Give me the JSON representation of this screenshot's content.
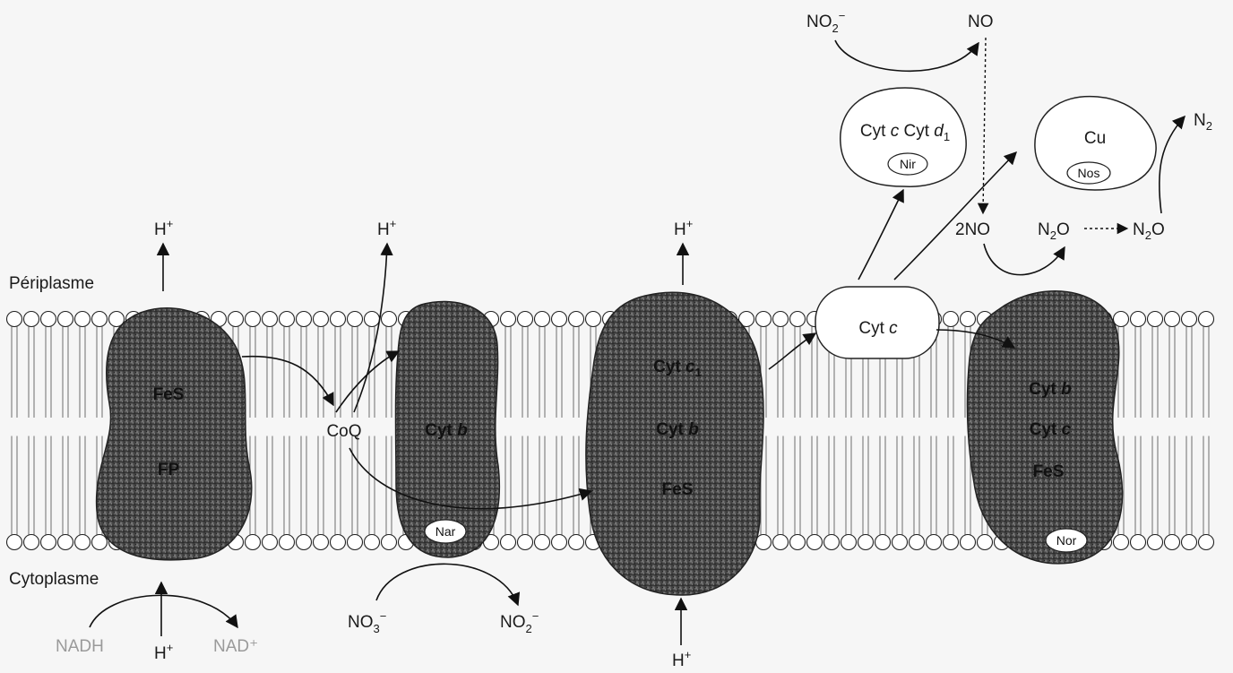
{
  "compartments": {
    "periplasm": "Périplasme",
    "cytoplasm": "Cytoplasme"
  },
  "complex_I": {
    "top": "FeS",
    "bottom": "FP"
  },
  "quinone": "CoQ",
  "nitrate_reductase": {
    "cyt": "Cyt ",
    "cyt_letter": "b",
    "tag": "Nar"
  },
  "complex_III": {
    "line1_cyt": "Cyt ",
    "line1_letter": "c",
    "line1_sub": "1",
    "line2_cyt": "Cyt ",
    "line2_letter": "b",
    "line3": "FeS"
  },
  "cytochrome_c": {
    "cyt": "Cyt ",
    "letter": "c"
  },
  "nitric_oxide_reductase": {
    "line1_cyt": "Cyt ",
    "line1_letter": "b",
    "line2_cyt": "Cyt ",
    "line2_letter": "c",
    "line3": "FeS",
    "tag": "Nor"
  },
  "nitrite_reductase": {
    "cyt_c": "Cyt ",
    "letter_c": "c",
    "cyt_d": "Cyt ",
    "letter_d": "d",
    "sub_d": "1",
    "tag": "Nir"
  },
  "nitrous_oxide_reductase": {
    "metal": "Cu",
    "tag": "Nos"
  },
  "species": {
    "h": "H",
    "plus": "+",
    "nadh": "NADH",
    "nad_plus": "NAD⁺",
    "no3_main": "NO",
    "no3_sub": "3",
    "no3_sup": "−",
    "no2_main": "NO",
    "no2_sub": "2",
    "no2_sup": "−",
    "no": "NO",
    "two_no": "2NO",
    "n2o_n": "N",
    "n2o_sub": "2",
    "n2o_o": "O",
    "n2_n": "N",
    "n2_sub": "2"
  }
}
